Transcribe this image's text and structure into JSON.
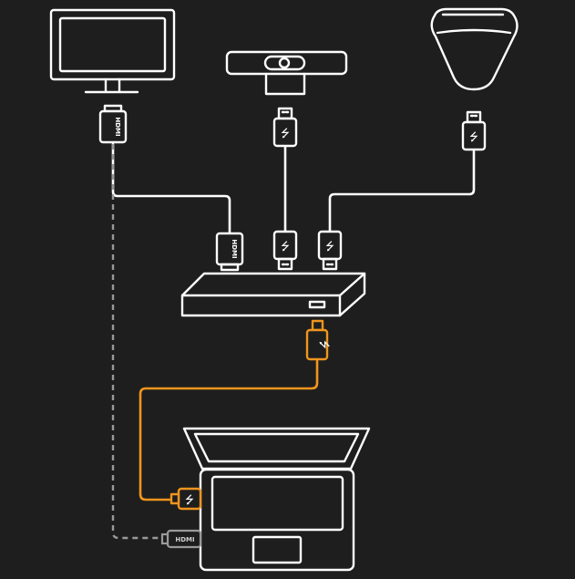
{
  "diagram": {
    "connector_labels": {
      "hdmi_monitor": "HDMI",
      "hdmi_hub": "HDMI",
      "hdmi_laptop": "HDMI"
    },
    "colors": {
      "background": "#1e1e1e",
      "line": "#ffffff",
      "usb_link": "#f0951e",
      "direct_hdmi": "#9a9a9a"
    },
    "icons": {
      "usb_symbol": "⭍"
    }
  }
}
